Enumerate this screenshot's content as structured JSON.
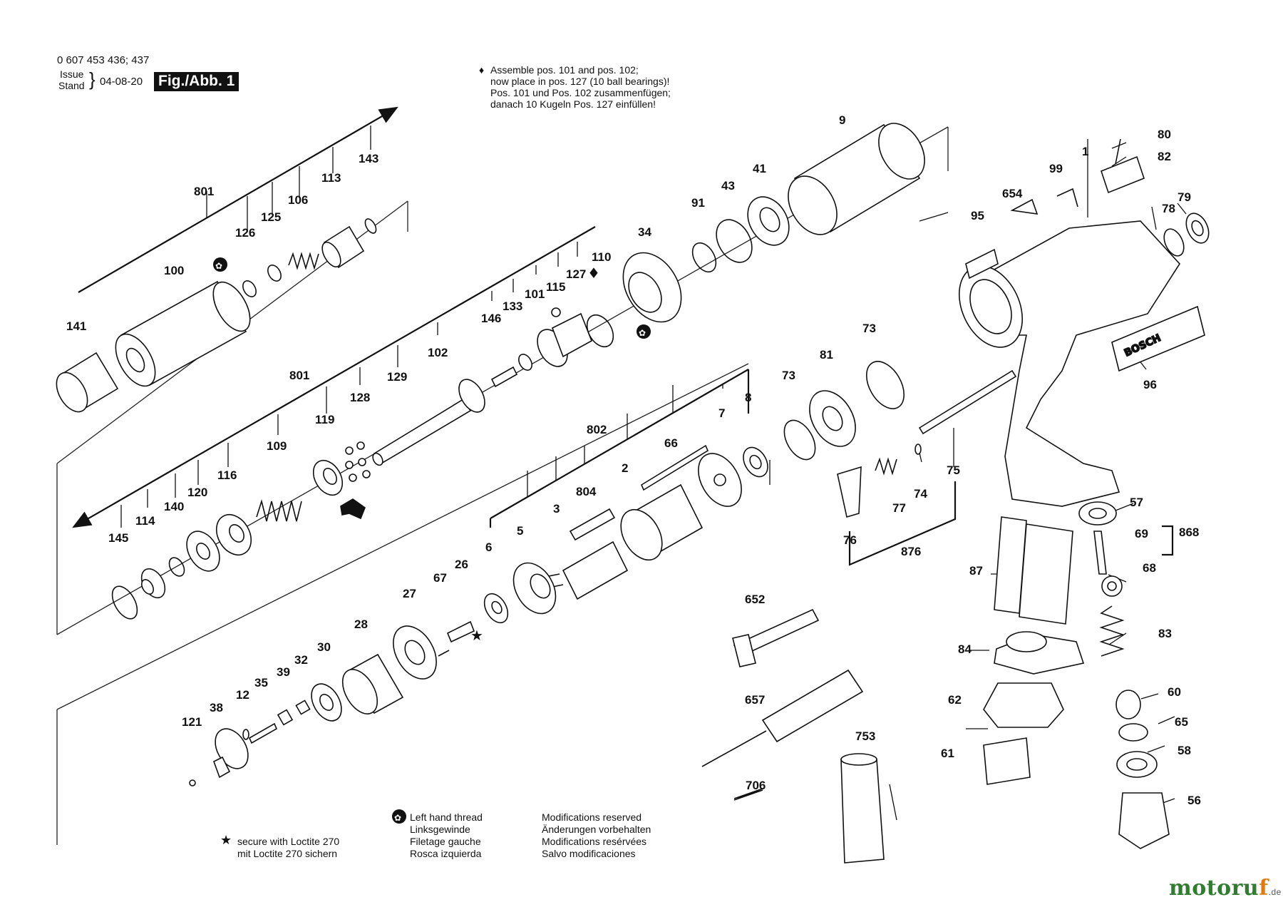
{
  "header": {
    "part_numbers": "0 607 453 436; 437",
    "issue_label": "Issue",
    "stand_label": "Stand",
    "date": "04-08-20",
    "figure_label": "Fig./Abb. 1"
  },
  "assembly_note": {
    "symbol": "♦",
    "line1": "Assemble pos. 101 and pos. 102;",
    "line2": "now place in pos. 127 (10 ball bearings)!",
    "line3": "Pos. 101 und Pos. 102 zusammenfügen;",
    "line4": "danach 10 Kugeln Pos. 127 einfüllen!"
  },
  "legend": {
    "loctite_en": "secure with Loctite 270",
    "loctite_de": "mit Loctite 270 sichern",
    "lht_en": "Left hand thread",
    "lht_de": "Linksgewinde",
    "lht_fr": "Filetage gauche",
    "lht_es": "Rosca izquierda",
    "mod_en": "Modifications reserved",
    "mod_de": "Änderungen vorbehalten",
    "mod_fr": "Modifications resérvées",
    "mod_es": "Salvo modificaciones"
  },
  "housing_text": "BOSCH",
  "brand": {
    "main": "motoru",
    "accent": "f",
    "tld": ".de"
  },
  "labels": {
    "p801a": "801",
    "p126": "126",
    "p125": "125",
    "p106": "106",
    "p113": "113",
    "p143": "143",
    "p100": "100",
    "p141": "141",
    "p146": "146",
    "p133": "133",
    "p101": "101",
    "p115": "115",
    "p127": "127",
    "p110": "110",
    "p102": "102",
    "p129": "129",
    "p128": "128",
    "p801b": "801",
    "p119": "119",
    "p109": "109",
    "p116": "116",
    "p120": "120",
    "p140": "140",
    "p114": "114",
    "p145": "145",
    "p34": "34",
    "p91": "91",
    "p43": "43",
    "p41": "41",
    "p9": "9",
    "p1": "1",
    "p99": "99",
    "p654": "654",
    "p95": "95",
    "p80": "80",
    "p82": "82",
    "p78": "78",
    "p79": "79",
    "p96": "96",
    "p73a": "73",
    "p73b": "73",
    "p81": "81",
    "p75": "75",
    "p74": "74",
    "p77": "77",
    "p76": "76",
    "p876": "876",
    "p802": "802",
    "p66": "66",
    "p7": "7",
    "p8": "8",
    "p2": "2",
    "p804": "804",
    "p3": "3",
    "p5": "5",
    "p6": "6",
    "p26": "26",
    "p67": "67",
    "p27": "27",
    "p28": "28",
    "p30": "30",
    "p32": "32",
    "p39": "39",
    "p35": "35",
    "p12": "12",
    "p38": "38",
    "p121": "121",
    "p652": "652",
    "p657": "657",
    "p753": "753",
    "p706": "706",
    "p57": "57",
    "p69": "69",
    "p868": "868",
    "p68": "68",
    "p87": "87",
    "p83": "83",
    "p84": "84",
    "p60": "60",
    "p62": "62",
    "p65": "65",
    "p58": "58",
    "p61": "61",
    "p56": "56"
  }
}
